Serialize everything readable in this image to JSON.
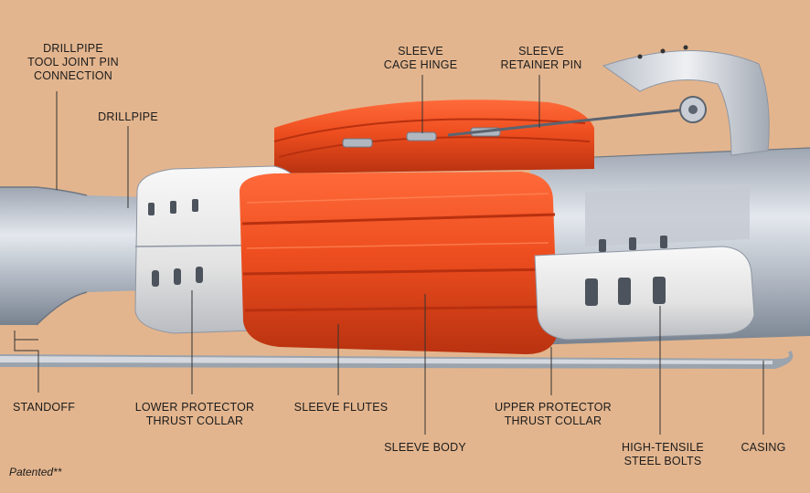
{
  "labels": {
    "drillpipe_pin": "DRILLPIPE\nTOOL JOINT PIN\nCONNECTION",
    "drillpipe": "DRILLPIPE",
    "sleeve_cage_hinge": "SLEEVE\nCAGE HINGE",
    "sleeve_retainer_pin": "SLEEVE\nRETAINER PIN",
    "standoff": "STANDOFF",
    "lower_protector": "LOWER PROTECTOR\nTHRUST COLLAR",
    "sleeve_flutes": "SLEEVE FLUTES",
    "upper_protector": "UPPER PROTECTOR\nTHRUST COLLAR",
    "sleeve_body": "SLEEVE BODY",
    "high_tensile": "HIGH-TENSILE\nSTEEL BOLTS",
    "casing": "CASING"
  },
  "footnote": "Patented**",
  "colors": {
    "background": "#e3b58e",
    "sleeve": "#e8481c",
    "sleeve_dark": "#b8300f",
    "steel": "#c9ced6",
    "steel_dark": "#8d96a3",
    "collar": "#eeeeee",
    "leader": "#333333"
  }
}
